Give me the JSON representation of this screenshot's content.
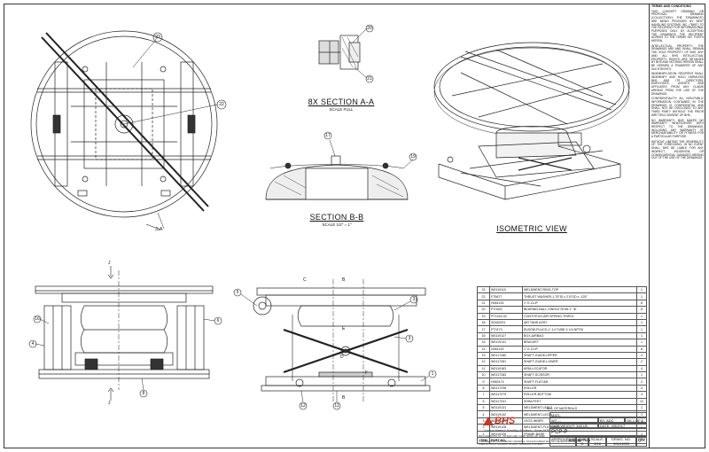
{
  "views": {
    "section_aa_title": "8X SECTION A-A",
    "section_aa_scale": "SCALE FULL",
    "section_bb_title": "SECTION B-B",
    "section_bb_scale": "SCALE 1/2\" = 1\"",
    "isometric_title": "ISOMETRIC VIEW"
  },
  "balloons": {
    "b23": "23",
    "b22": "22",
    "b20": "20",
    "b21": "21",
    "b17": "17",
    "b19": "19",
    "b16": "16",
    "b4": "4",
    "b6": "6",
    "b8": "8",
    "b5": "5",
    "b3": "3",
    "b1": "1",
    "b9": "9",
    "b12": "12",
    "b11": "11"
  },
  "section_letters": {
    "a_top": "A",
    "a_bottom": "A",
    "j_top": "J",
    "j_bottom": "J",
    "b_top": "B",
    "b_bottom": "B",
    "c": "C",
    "d": "D",
    "e": "E",
    "f": "F"
  },
  "terms": {
    "heading": "TERMS AND CONDITIONS",
    "paragraphs": [
      "THIS CONCEPT DRAWING OR PROPOSAL DRAWING (COLLECTIVELY, THE \"DRAWINGS\") ARE BEING PROVIDED BY BEST HANDLING SYSTEMS, INC. (\"BHS\") TO THE RECIPIENT FOR INFORMATIONAL PURPOSES ONLY. BY ACCEPTING THE DRAWINGS THE RECIPIENT AGREES TO THE TERMS SET FORTH HEREIN.",
      "INTELLECTUAL PROPERTY: THE DRAWINGS ARE AND SHALL REMAIN THE SOLE PROPERTY OF BHS. ANY AND ALL BHS INTELLECTUAL PROPERTY RIGHTS ARE RETAINED BY BHS AND NOTHING HEREIN SHALL BE DEEMED A TRANSFER OF ANY SUCH RIGHTS.",
      "INDEMNIFICATION: RECIPIENT SHALL INDEMNIFY AND HOLD HARMLESS BHS AND ITS DIRECTORS, EMPLOYEES, AGENTS AND AFFILIATES FROM ANY CLAIMS ARISING FROM THE USE OF THE DRAWINGS.",
      "CONFIDENTIALITY: ALL NON-PUBLIC INFORMATION CONTAINED IN THE DRAWINGS IS CONFIDENTIAL AND SHALL NOT BE DISCLOSED TO ANY THIRD PARTY WITHOUT THE PRIOR WRITTEN CONSENT OF BHS.",
      "NO WARRANTY: BHS MAKES NO WARRANTY WHATSOEVER WITH RESPECT TO THE DRAWINGS, INCLUDING ANY WARRANTY OF MERCHANTABILITY OR FITNESS FOR A PARTICULAR PURPOSE.",
      "WITHOUT LIMITING THE GENERALITY OF THE FOREGOING, IN NO EVENT SHALL BHS BE LIABLE FOR ANY INDIRECT, INCIDENTAL OR CONSEQUENTIAL DAMAGES ARISING OUT OF THE USE OF THE DRAWINGS."
    ]
  },
  "bom": {
    "rows": [
      {
        "item": "23",
        "part": "W0119110",
        "desc": "WELDMENT-RING-TOP",
        "qty": "1"
      },
      {
        "item": "22",
        "part": "FT5677",
        "desc": "THRUST WASHER-1.75\"ID x 2.5\"OD x .125\"",
        "qty": "1"
      },
      {
        "item": "21",
        "part": "H061134",
        "desc": "1\" E-CLIP",
        "qty": "8"
      },
      {
        "item": "20",
        "part": "PT0402",
        "desc": "BEARING-BALL-SINGLE ROW-1\" ID",
        "qty": "8"
      },
      {
        "item": "19",
        "part": "PT1420-32",
        "desc": "CONTITECH-AIR SPRING-TRIPLE",
        "qty": "1"
      },
      {
        "item": "18",
        "part": "S0182001",
        "desc": "AIR TANK ASSY",
        "qty": "1"
      },
      {
        "item": "17",
        "part": "PT0173",
        "desc": "ELBOW-PLUCK-1\"-14 TUBE X 1/4 NPTM",
        "qty": "1"
      },
      {
        "item": "16",
        "part": "W0119127",
        "desc": "BOX-AIRBAG",
        "qty": "1"
      },
      {
        "item": "15",
        "part": "W0119131",
        "desc": "BRACKET",
        "qty": "1"
      },
      {
        "item": "14",
        "part": "H061133",
        "desc": "1\" E-CLIP",
        "qty": "6"
      },
      {
        "item": "13",
        "part": "W0117280",
        "desc": "SHAFT-GUIDE-UPPER",
        "qty": "2"
      },
      {
        "item": "12",
        "part": "W0117281",
        "desc": "SHAFT-GUIDE-LOWER",
        "qty": "2"
      },
      {
        "item": "11",
        "part": "W0119183",
        "desc": "ARM-LOCATOR",
        "qty": "4"
      },
      {
        "item": "10",
        "part": "W0117283",
        "desc": "SHAFT-SCISSOR",
        "qty": "1"
      },
      {
        "item": "9",
        "part": "H060174",
        "desc": "SHAFT-FLAT-5/8",
        "qty": "2"
      },
      {
        "item": "8",
        "part": "W0117238",
        "desc": "ROLLER",
        "qty": "4"
      },
      {
        "item": "7",
        "part": "W0117279",
        "desc": "ROLLER-BOTTOM",
        "qty": "4"
      },
      {
        "item": "6",
        "part": "W0117241",
        "desc": "SHIM-FEET",
        "qty": "12"
      },
      {
        "item": "5",
        "part": "W0119131",
        "desc": "WELDMENT-LEG 2",
        "qty": "1"
      },
      {
        "item": "4",
        "part": "W0119132",
        "desc": "WELDMENT-LEG 1",
        "qty": "1"
      },
      {
        "item": "3",
        "part": "W0119130",
        "desc": "LEGS-INNER",
        "qty": "1"
      },
      {
        "item": "2",
        "part": "W0119128",
        "desc": "WELDMENT-PLATFORM",
        "qty": "1"
      },
      {
        "item": "1",
        "part": "W0119126",
        "desc": "FRAME-BASE",
        "qty": "1"
      }
    ],
    "header": {
      "item": "ITEM",
      "part": "PART NO.",
      "desc": "DESCRIPTION",
      "qty": "QTY"
    },
    "title": "BILL OF MATERIALS"
  },
  "title_block": {
    "matl_label": "MATL:",
    "wt_label": "WT:",
    "wt_value": "--",
    "by_label": "BY:",
    "by_value": "ADC",
    "sheet_label": "SH",
    "sheet_value": "1 OF 2",
    "ship_weight": "SHIP WEIGHT: 345 LB",
    "date_label": "DATE:",
    "date_value": "4/5/2017",
    "title": "PCP-P",
    "approved_by": "APPROVED BY:",
    "size_label": "SIZE",
    "size_value": "D",
    "scale_label": "SCALE:",
    "scale_value": "3/16",
    "drawing_no_label": "DRWG. NO.",
    "drawing_no_value": "90101053",
    "rev_label": "REV"
  },
  "company": {
    "logo": "BHS",
    "tagline": "Custom Material Handling Solutions - Since 1978",
    "address": "8021 NORTH 8TH ST  -  PO BOX 1138  -  FORT SMITH, AR 72902",
    "confidential": "CONFIDENTIAL: PROPRIETARY MATERIAL. THIS DOCUMENT MAY NOT BE REPRODUCED OR USED WITHOUT CONSENT OF BEST HANDLING SYSTEMS."
  }
}
